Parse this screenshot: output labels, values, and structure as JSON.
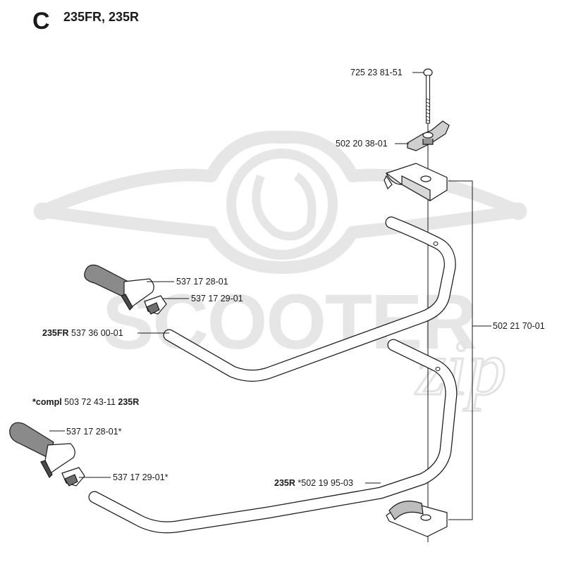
{
  "header": {
    "section": "C",
    "models": "235FR, 235R"
  },
  "watermark": {
    "text": "SCOOTER",
    "script": "zip",
    "color": "#e6e6e6"
  },
  "labels": {
    "bolt": "725 23 81-51",
    "wing_nut": "502 20 38-01",
    "clamp_kit": "502 21 70-01",
    "grip_fr": "537 17 28-01",
    "grip_holder_fr": "537 17 29-01",
    "handle_fr_model": "235FR",
    "handle_fr_part": "537 36 00-01",
    "compl_prefix": "*compl",
    "compl_part": "503 72 43-11",
    "compl_model": "235R",
    "grip_r": "537 17 28-01*",
    "grip_holder_r": "537 17 29-01*",
    "handle_r_model": "235R",
    "handle_r_part": "*502 19 95-03"
  },
  "colors": {
    "line": "#1a1a1a",
    "part_fill": "#ffffff",
    "part_shade": "#9a9a9a",
    "grip_dark": "#6e6e6e"
  }
}
